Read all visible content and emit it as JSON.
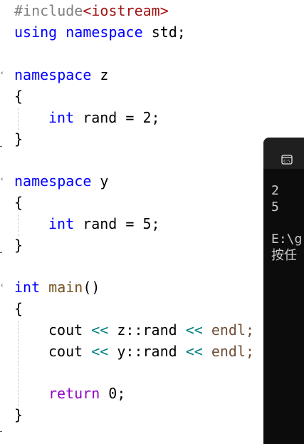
{
  "editor": {
    "line1": {
      "directive": "#include",
      "header": "<iostream>"
    },
    "line2": {
      "kw1": "using",
      "kw2": "namespace",
      "name": "std;"
    },
    "nsz": {
      "kw": "namespace",
      "name": "z",
      "open": "{",
      "type": "int",
      "decl": "rand = 2;",
      "close": "}"
    },
    "nsy": {
      "kw": "namespace",
      "name": "y",
      "open": "{",
      "type": "int",
      "decl": "rand = 5;",
      "close": "}"
    },
    "main": {
      "type": "int",
      "fn": "main",
      "parens": "()",
      "open": "{",
      "cout1": "cout",
      "op": "<<",
      "expr1": "z::rand",
      "endl": "endl;",
      "cout2": "cout",
      "expr2": "y::rand",
      "ret": "return",
      "ret_val": "0;",
      "close": "}"
    }
  },
  "console": {
    "output": [
      "2",
      "5"
    ],
    "path_fragment": "E:\\g",
    "prompt_fragment": "按任"
  },
  "icons": {
    "terminal": "terminal-icon",
    "fold": "fold-chevron-icon"
  }
}
